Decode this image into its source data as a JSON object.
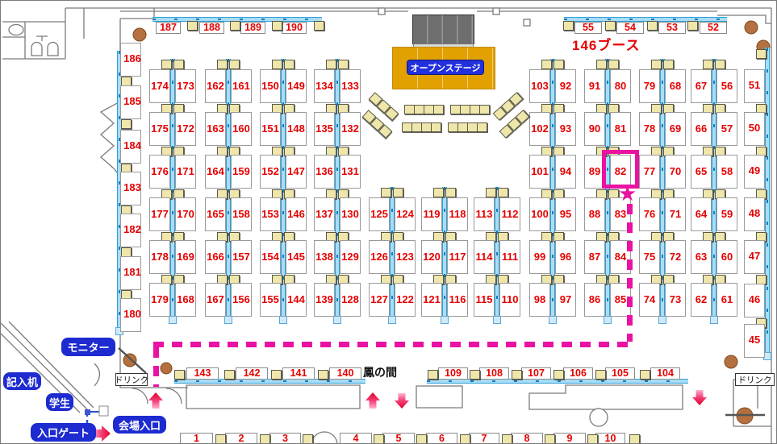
{
  "annotations": {
    "booth_callout": "146ブース",
    "highlighted_booth": "82",
    "star": "★"
  },
  "stage": {
    "label": "オープンステージ"
  },
  "room_label": "鳳の間",
  "labels": {
    "monitor": "モニター",
    "entry_desk": "記入机",
    "student": "学生",
    "entrance_gate": "入口ゲート",
    "venue_entrance": "会場入口",
    "drink_left": "ドリンク",
    "drink_right": "ドリンク"
  },
  "top_row_left": [
    "187",
    "188",
    "189",
    "190"
  ],
  "top_row_right": [
    "55",
    "54",
    "53",
    "52"
  ],
  "left_wall_column": [
    "186",
    "185",
    "184",
    "183",
    "182",
    "181",
    "180"
  ],
  "right_wall_column": [
    "51",
    "50",
    "49",
    "48",
    "47",
    "46",
    "45"
  ],
  "island_columns": [
    [
      [
        "174",
        "173"
      ],
      [
        "175",
        "172"
      ],
      [
        "176",
        "171"
      ],
      [
        "177",
        "170"
      ],
      [
        "178",
        "169"
      ],
      [
        "179",
        "168"
      ]
    ],
    [
      [
        "162",
        "161"
      ],
      [
        "163",
        "160"
      ],
      [
        "164",
        "159"
      ],
      [
        "165",
        "158"
      ],
      [
        "166",
        "157"
      ],
      [
        "167",
        "156"
      ]
    ],
    [
      [
        "150",
        "149"
      ],
      [
        "151",
        "148"
      ],
      [
        "152",
        "147"
      ],
      [
        "153",
        "146"
      ],
      [
        "154",
        "145"
      ],
      [
        "155",
        "144"
      ]
    ],
    [
      [
        "134",
        "133"
      ],
      [
        "135",
        "132"
      ],
      [
        "136",
        "131"
      ],
      [
        "137",
        "130"
      ],
      [
        "138",
        "129"
      ],
      [
        "139",
        "128"
      ]
    ],
    [
      [
        "125",
        "124"
      ],
      [
        "126",
        "123"
      ],
      [
        "127",
        "122"
      ]
    ],
    [
      [
        "119",
        "118"
      ],
      [
        "120",
        "117"
      ],
      [
        "121",
        "116"
      ]
    ],
    [
      [
        "113",
        "112"
      ],
      [
        "114",
        "111"
      ],
      [
        "115",
        "110"
      ]
    ],
    [
      [
        "103",
        "92"
      ],
      [
        "102",
        "93"
      ],
      [
        "101",
        "94"
      ],
      [
        "100",
        "95"
      ],
      [
        "99",
        "96"
      ],
      [
        "98",
        "97"
      ]
    ],
    [
      [
        "91",
        "80"
      ],
      [
        "90",
        "81"
      ],
      [
        "89",
        "82"
      ],
      [
        "88",
        "83"
      ],
      [
        "87",
        "84"
      ],
      [
        "86",
        "85"
      ]
    ],
    [
      [
        "79",
        "68"
      ],
      [
        "78",
        "69"
      ],
      [
        "77",
        "70"
      ],
      [
        "76",
        "71"
      ],
      [
        "75",
        "72"
      ],
      [
        "74",
        "73"
      ]
    ],
    [
      [
        "67",
        "56"
      ],
      [
        "66",
        "57"
      ],
      [
        "65",
        "58"
      ],
      [
        "64",
        "59"
      ],
      [
        "63",
        "60"
      ],
      [
        "62",
        "61"
      ]
    ]
  ],
  "bottom_row_left": [
    "143",
    "142",
    "141",
    "140"
  ],
  "bottom_row_right": [
    "109",
    "108",
    "107",
    "106",
    "105",
    "104"
  ],
  "bottom_edge_row": [
    "1",
    "2",
    "3",
    "4",
    "5",
    "6",
    "7",
    "8",
    "9",
    "10"
  ],
  "colors": {
    "booth_number": "#e60000",
    "line_blue": "#2d9fd8",
    "chair": "#efe6ac",
    "highlight_path": "#ea12a2",
    "label_blue_bg": "#1d2bd0",
    "stage_bg": "#e2a100",
    "stage_label_bg": "#2230dd",
    "wall": "#7b7b7b",
    "pillar": "#b5703f",
    "arrow_red": "#e3002a",
    "gate_blue": "#2a52cc"
  }
}
